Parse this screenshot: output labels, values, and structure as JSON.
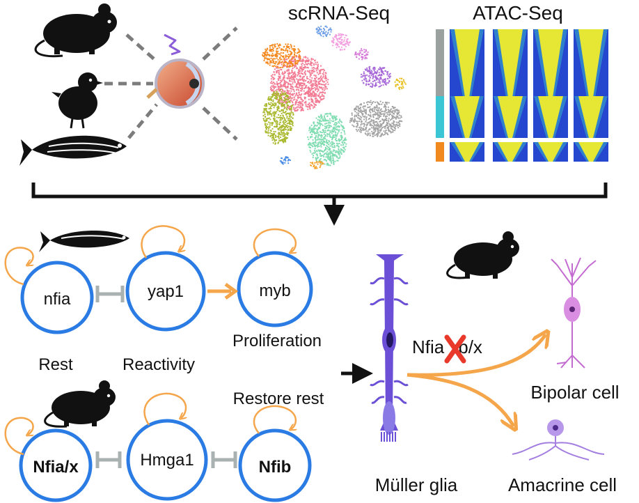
{
  "headers": {
    "scrna": "scRNA-Seq",
    "atac": "ATAC-Seq"
  },
  "zebrafish_network": {
    "genes": [
      "nfia",
      "yap1",
      "myb"
    ],
    "caption_proliferation": "Proliferation"
  },
  "states": {
    "rest": "Rest",
    "reactivity": "Reactivity",
    "restore": "Restore rest"
  },
  "mouse_network": {
    "genes": [
      "Nfia/x",
      "Hmga1",
      "Nfib"
    ]
  },
  "mouse_outcome": {
    "knockout_label": "Nfia/b/x",
    "knockout_visible_prefix": "Nfia",
    "knockout_visible_suffix": "b/x",
    "muller_glia": "Müller glia",
    "bipolar_cell": "Bipolar cell",
    "amacrine_cell": "Amacrine cell"
  },
  "colors": {
    "node_stroke": "#2a7be4",
    "autoloop": "#f5a54a",
    "inhibit": "#a9b1b1",
    "activate": "#f5a54a",
    "knockout": "#e8392b",
    "glia": "#6b4fd6",
    "bipolar": "#c36bd1",
    "amacrine": "#a37ee0",
    "atac_gray": "#9aa19f",
    "atac_cyan": "#3bc6d6",
    "atac_orange": "#f08a1e"
  },
  "icons": [
    "mouse-icon",
    "chick-icon",
    "zebrafish-icon",
    "eyeball-icon",
    "lightning-icon"
  ]
}
